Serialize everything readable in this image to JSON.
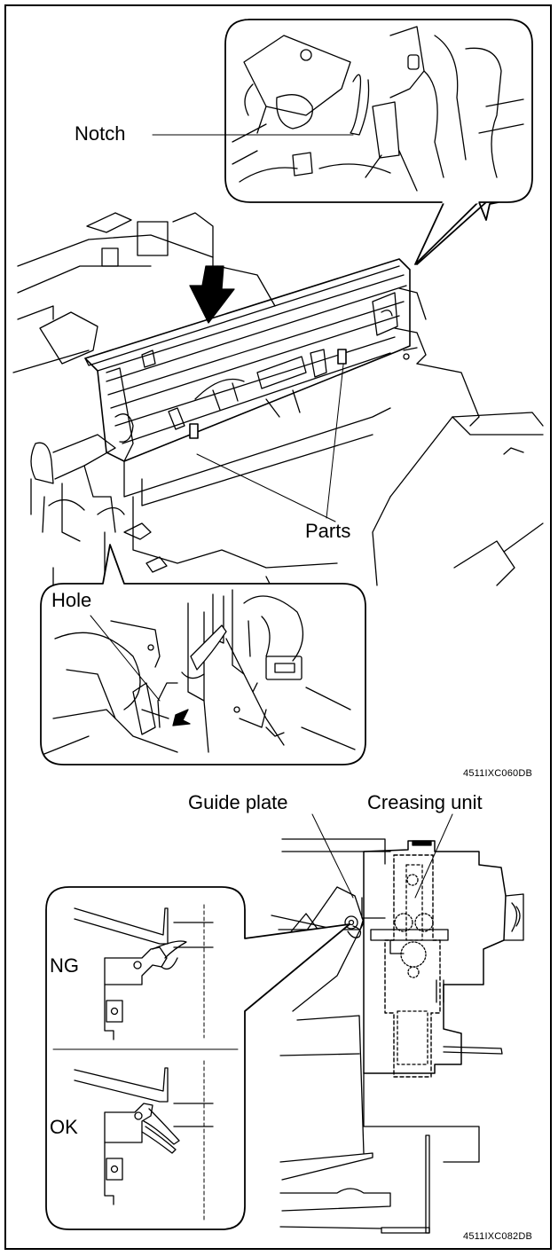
{
  "labels": {
    "notch": "Notch",
    "parts": "Parts",
    "hole": "Hole",
    "guide_plate": "Guide plate",
    "creasing_unit": "Creasing unit",
    "ng": "NG",
    "ok": "OK"
  },
  "figure_codes": {
    "top": "4511IXC060DB",
    "bottom": "4511IXC082DB"
  }
}
